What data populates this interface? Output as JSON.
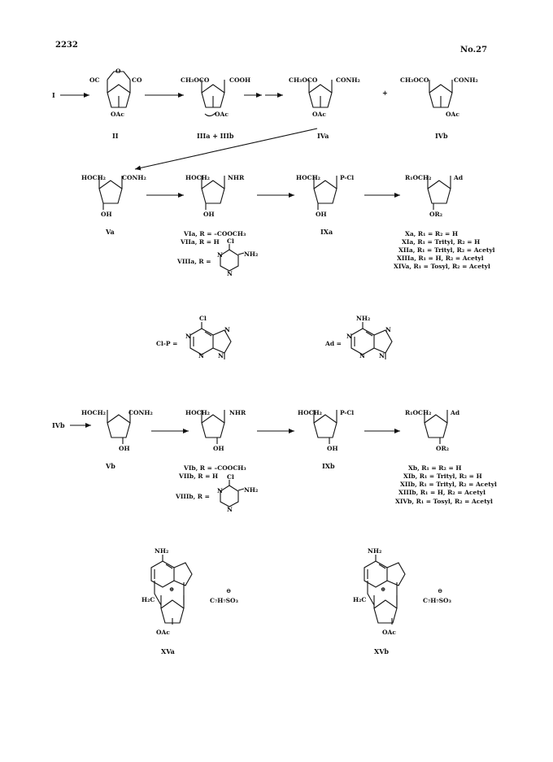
{
  "header": {
    "page_number": "2232",
    "issue": "No.27"
  },
  "row1": {
    "start": "I",
    "plus": "+",
    "structures": [
      {
        "id": "II",
        "labels": [
          "OC",
          "O",
          "CO",
          "OAc"
        ]
      },
      {
        "id": "IIIa + IIIb",
        "labels": [
          "CH₃OCO",
          "COOH",
          "OAc"
        ]
      },
      {
        "id": "IVa",
        "labels": [
          "CH₃OCO",
          "CONH₂",
          "OAc"
        ]
      },
      {
        "id": "IVb",
        "labels": [
          "CH₃OCO",
          "CONH₂",
          "OAc"
        ]
      }
    ]
  },
  "row2": {
    "structures": [
      {
        "id": "Va",
        "labels": [
          "HOCH₂",
          "CONH₂",
          "OH"
        ]
      },
      {
        "labels": [
          "HOCH₂",
          "NHR",
          "OH"
        ]
      },
      {
        "id": "IXa",
        "labels": [
          "HOCH₂",
          "P-Cl",
          "OH"
        ]
      },
      {
        "labels": [
          "R₁OCH₂",
          "Ad",
          "OR₂"
        ]
      }
    ],
    "vi_defs": [
      "VIa, R = –COOCH₃",
      "VIIa, R = H"
    ],
    "viii": {
      "id": "VIIIa, R =",
      "labels": [
        "Cl",
        "NH₂",
        "N",
        "N"
      ]
    },
    "x_defs": [
      "Xa, R₁ = R₂ = H",
      "XIa, R₁ = Trityl, R₂ = H",
      "XIIa, R₁ = Trityl, R₂ = Acetyl",
      "XIIIa, R₁ = H, R₂ = Acetyl",
      "XIVa, R₁ = Tosyl, R₂ = Acetyl"
    ]
  },
  "defs": {
    "clp": {
      "label": "Cl-P =",
      "atoms": [
        "Cl",
        "N",
        "N",
        "N",
        "N"
      ]
    },
    "ad": {
      "label": "Ad =",
      "atoms": [
        "NH₂",
        "N",
        "N",
        "N",
        "N"
      ]
    }
  },
  "row3": {
    "start": "IVb",
    "structures": [
      {
        "id": "Vb",
        "labels": [
          "HOCH₂",
          "CONH₂",
          "OH"
        ]
      },
      {
        "labels": [
          "HOCH₂",
          "NHR",
          "OH"
        ]
      },
      {
        "id": "IXb",
        "labels": [
          "HOCH₂",
          "P-Cl",
          "OH"
        ]
      },
      {
        "labels": [
          "R₁OCH₂",
          "Ad",
          "OR₂"
        ]
      }
    ],
    "vi_defs": [
      "VIb, R = –COOCH₃",
      "VIIb, R = H"
    ],
    "viii": {
      "id": "VIIIb, R =",
      "labels": [
        "Cl",
        "NH₂",
        "N",
        "N"
      ]
    },
    "x_defs": [
      "Xb, R₁ = R₂ = H",
      "XIb, R₁ = Trityl, R₂ = H",
      "XIIb, R₁ = Trityl, R₂ = Acetyl",
      "XIIIb, R₁ = H, R₂ = Acetyl",
      "XIVb, R₁ = Tosyl, R₂ = Acetyl"
    ]
  },
  "row4": {
    "structures": [
      {
        "id": "XVa",
        "labels": [
          "NH₂",
          "H₂C",
          "OAc",
          "⊕",
          "C₇H₇SO₃",
          "⊖"
        ]
      },
      {
        "id": "XVb",
        "labels": [
          "NH₂",
          "H₂C",
          "OAc",
          "⊕",
          "C₇H₇SO₃",
          "⊖"
        ]
      }
    ]
  }
}
